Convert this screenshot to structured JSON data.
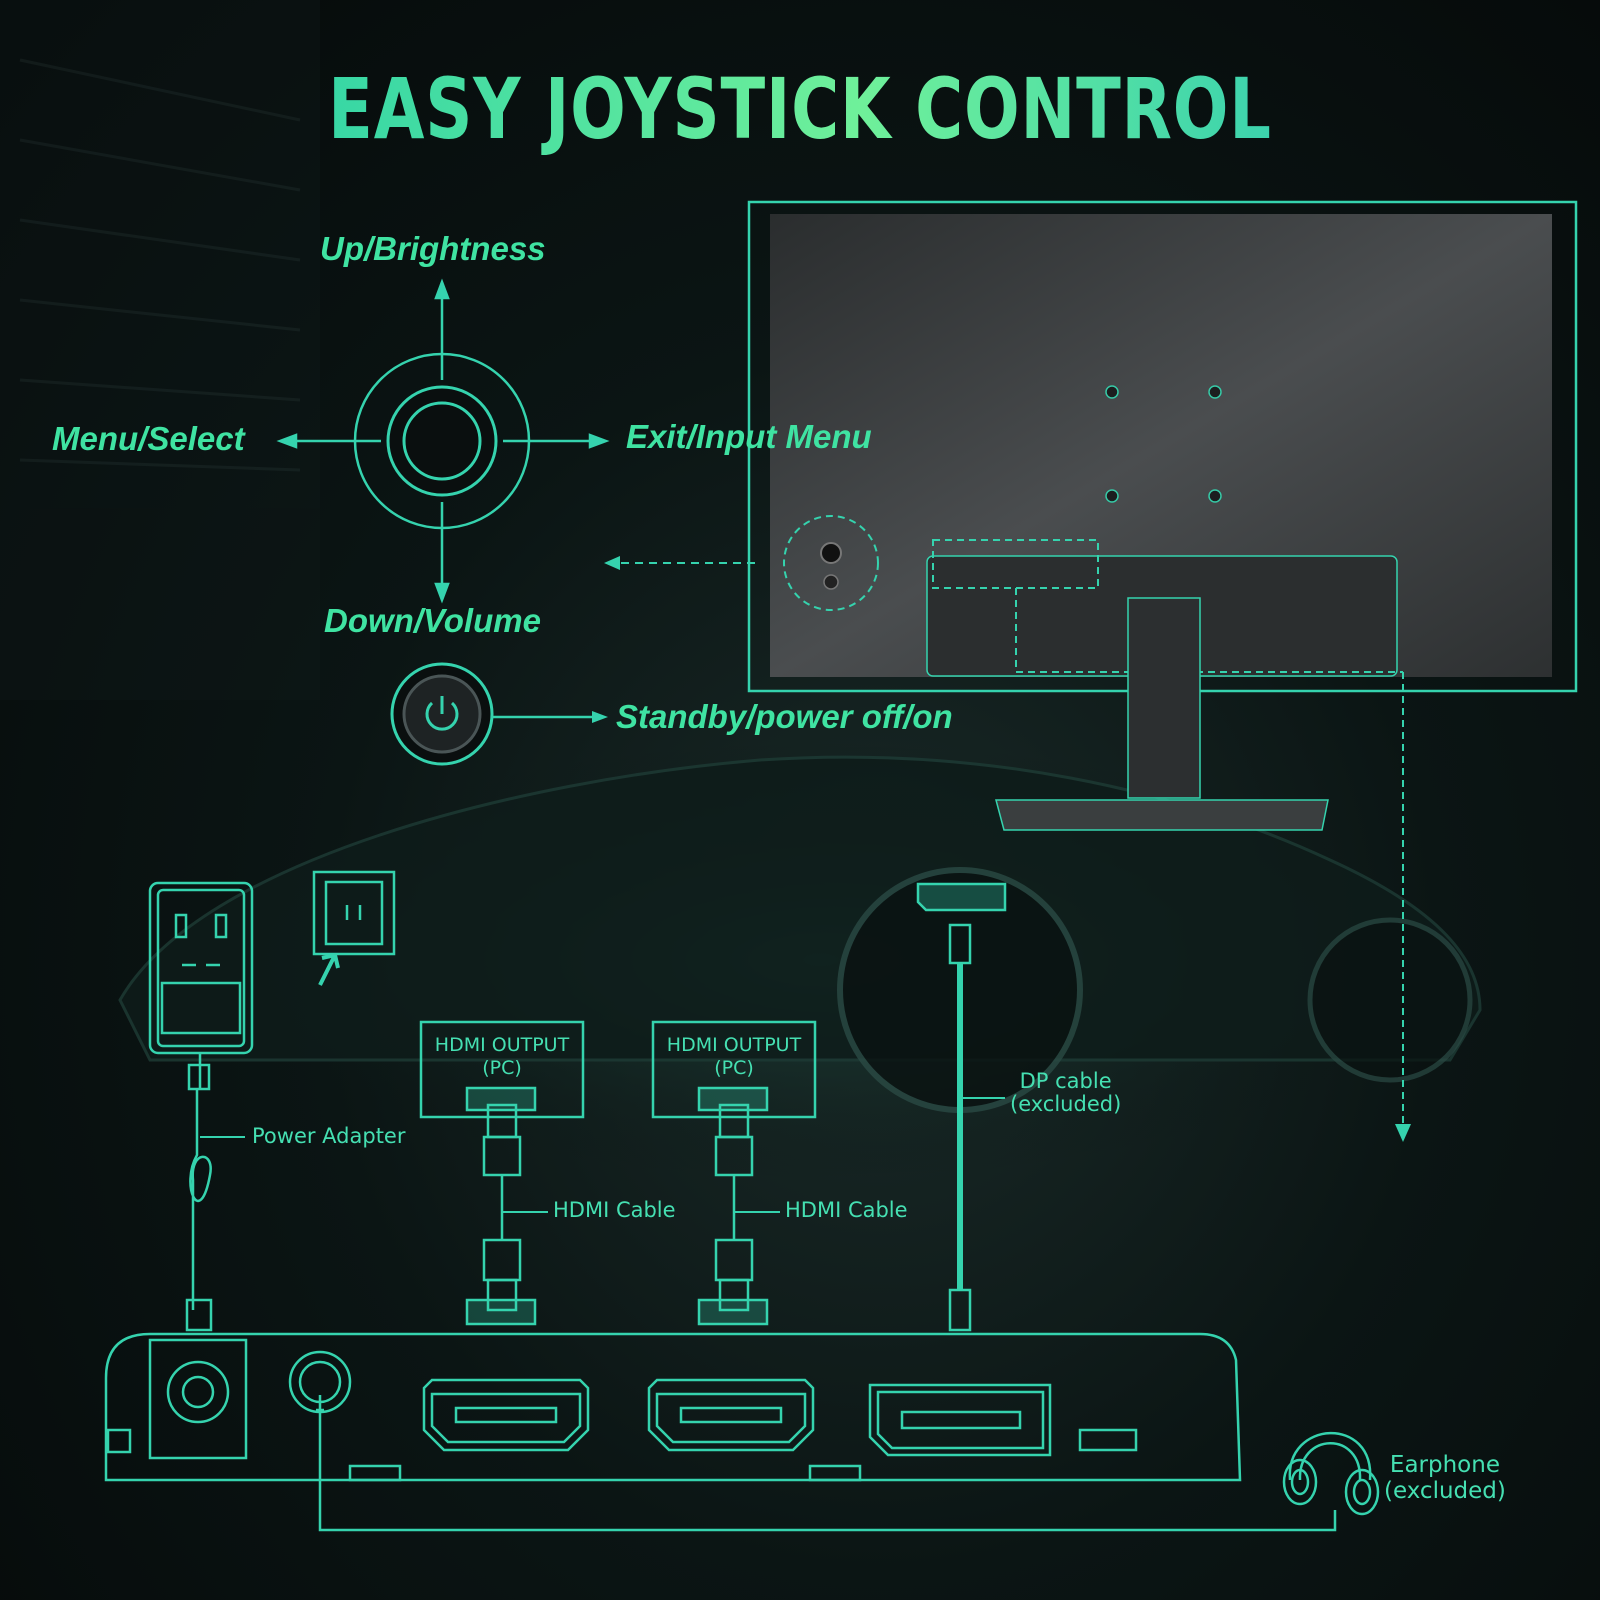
{
  "title": "EASY JOYSTICK CONTROL",
  "joystick": {
    "up": "Up/Brightness",
    "left": "Menu/Select",
    "right": "Exit/Input Menu",
    "down": "Down/Volume",
    "power": "Standby/power off/on"
  },
  "ports": {
    "power_adapter": "Power Adapter",
    "hdmi_output_1": [
      "HDMI OUTPUT",
      "(PC)"
    ],
    "hdmi_output_2": [
      "HDMI OUTPUT",
      "(PC)"
    ],
    "hdmi_cable_1": "HDMI Cable",
    "hdmi_cable_2": "HDMI Cable",
    "dp_cable": [
      "DP cable",
      "(excluded)"
    ],
    "earphone": [
      "Earphone",
      "(excluded)"
    ]
  },
  "colors": {
    "accent": "#3fe3a2",
    "line": "#35d3ae",
    "monitor": "#3a3d3e"
  },
  "icons": [
    "joystick-icon",
    "power-icon",
    "wall-socket-icon",
    "headphones-icon",
    "power-plug-icon",
    "hdmi-port-icon",
    "dp-port-icon"
  ]
}
